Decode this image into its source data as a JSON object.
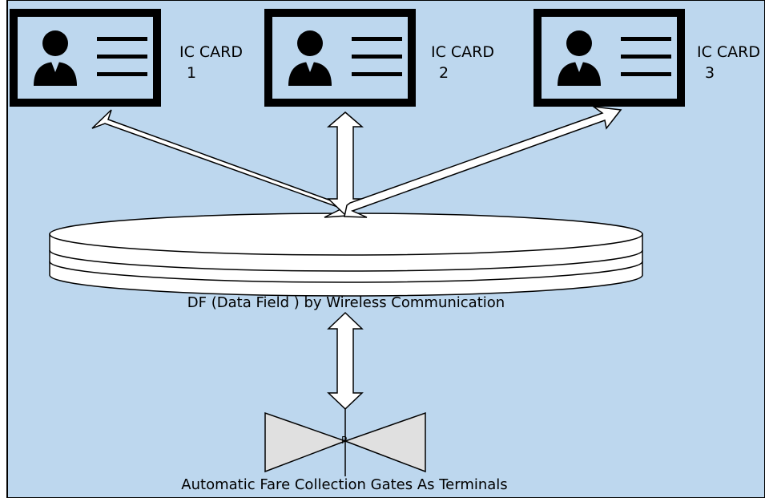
{
  "colors": {
    "background": "#bdd7ee",
    "card_border": "#000000",
    "card_fill": "#bdd7ee",
    "arrow_fill": "#ffffff",
    "disk_fill": "#ffffff",
    "gate_fill": "#e0e0e0",
    "outline": "#000000"
  },
  "cards": [
    {
      "id": "card-1",
      "label": "IC CARD",
      "number": "1",
      "icon": "person-icon"
    },
    {
      "id": "card-2",
      "label": "IC CARD",
      "number": "2",
      "icon": "person-icon"
    },
    {
      "id": "card-3",
      "label": "IC CARD",
      "number": "3",
      "icon": "person-icon"
    }
  ],
  "data_field": {
    "label": "DF (Data Field ) by Wireless Communication"
  },
  "gate": {
    "label": "Automatic Fare Collection Gates As Terminals",
    "center_mark": "P"
  }
}
